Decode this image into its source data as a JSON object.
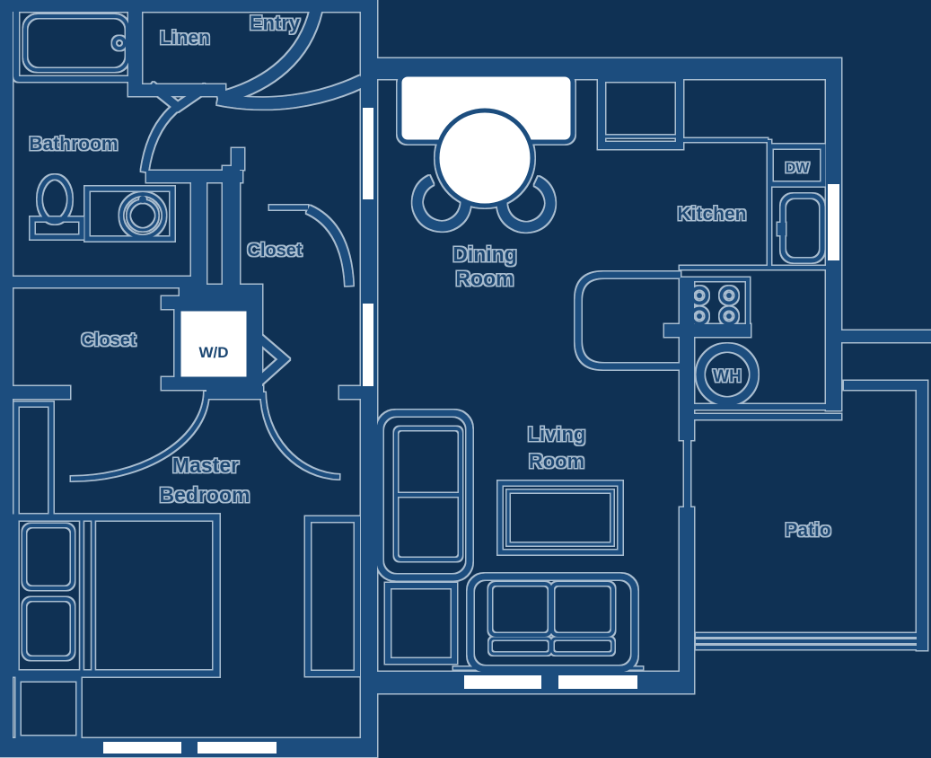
{
  "image_type": "apartment floor plan diagram",
  "colors": {
    "background": "#0F3154",
    "line": "#1D4E7E",
    "text": "#1A4672",
    "white_fill": "#FFFFFF",
    "halo": "#CFE0EF"
  },
  "rooms": {
    "bathroom": {
      "label": "Bathroom"
    },
    "linen": {
      "label": "Linen"
    },
    "entry": {
      "label": "Entry"
    },
    "hall_closet": {
      "label": "Closet"
    },
    "master_closet": {
      "label": "Closet"
    },
    "laundry": {
      "label": "W/D"
    },
    "master_bedroom": {
      "label_line1": "Master",
      "label_line2": "Bedroom"
    },
    "dining_room": {
      "label_line1": "Dining",
      "label_line2": "Room"
    },
    "living_room": {
      "label_line1": "Living",
      "label_line2": "Room"
    },
    "kitchen": {
      "label": "Kitchen"
    },
    "dishwasher": {
      "label": "DW"
    },
    "water_heater": {
      "label": "WH"
    },
    "patio": {
      "label": "Patio"
    }
  },
  "fixtures": [
    "bathtub",
    "toilet",
    "vanity-sink",
    "linen-door-chevron",
    "bathroom-door-swing",
    "entry-curved-wall",
    "hall-closet-door-swing",
    "washer-dryer-unit",
    "laundry-door-chevron",
    "master-double-door-swings",
    "bed-with-pillows",
    "nightstand-dresser",
    "bottom-dresser",
    "tall-dresser",
    "dining-buffet",
    "round-dining-table",
    "dining-chair",
    "dining-chair",
    "refrigerator",
    "dishwasher-box",
    "kitchen-sink",
    "stove-four-burners",
    "kitchen-peninsula-counter",
    "water-heater-circle",
    "armchair",
    "end-table",
    "coffee-table",
    "sofa",
    "window",
    "window",
    "window",
    "window",
    "window",
    "window",
    "patio-railing"
  ]
}
